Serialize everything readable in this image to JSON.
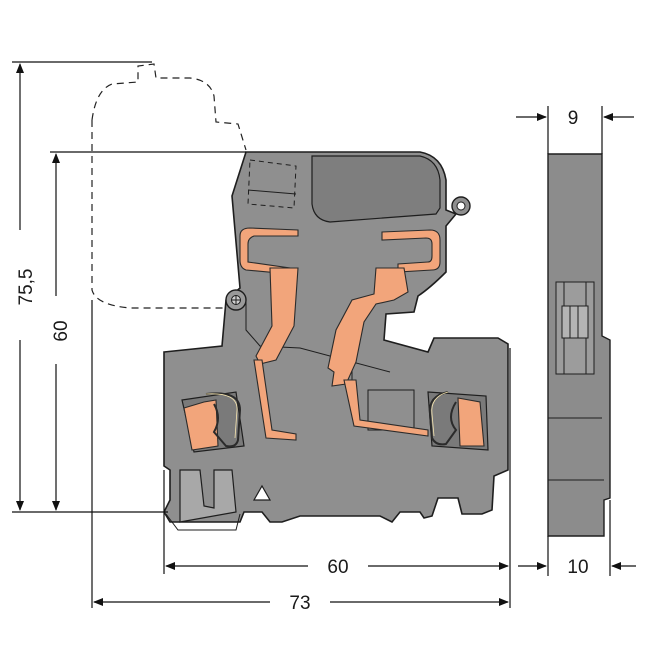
{
  "dimensions": {
    "total_height": "75,5",
    "body_height": "60",
    "body_width": "60",
    "total_width": "73",
    "side_top_width": "9",
    "side_bottom_width": "10"
  },
  "colors": {
    "housing": "#8f8f8f",
    "spring_parts": "#f2a57b",
    "outline": "#1e1e1e"
  }
}
